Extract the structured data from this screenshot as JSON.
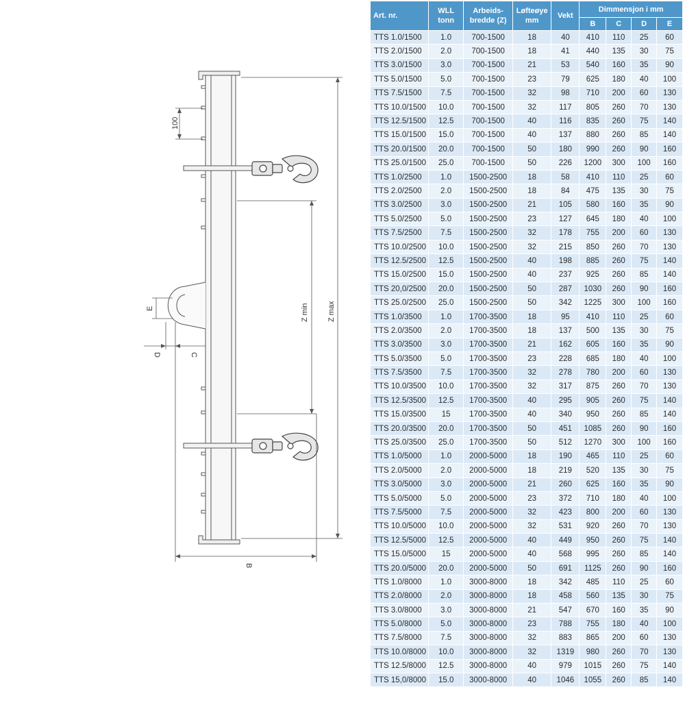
{
  "drawing": {
    "labels": {
      "dim_100": "100",
      "e": "E",
      "d": "D",
      "c": "C",
      "z_min": "Z min",
      "z_max": "Z max",
      "b": "B"
    }
  },
  "table": {
    "headers": {
      "art_nr": "Art. nr.",
      "wll": [
        "WLL",
        "tonn"
      ],
      "arbeidsbredde": [
        "Arbeids-",
        "bredde (Z)"
      ],
      "lofteoye": [
        "Løfteøye",
        "mm"
      ],
      "vekt": "Vekt",
      "dimensjon": "Dimmensjon i mm",
      "dims": [
        "B",
        "C",
        "D",
        "E"
      ]
    },
    "rows": [
      [
        "TTS 1.0/1500",
        "1.0",
        "700-1500",
        "18",
        "40",
        "410",
        "110",
        "25",
        "60"
      ],
      [
        "TTS 2.0/1500",
        "2.0",
        "700-1500",
        "18",
        "41",
        "440",
        "135",
        "30",
        "75"
      ],
      [
        "TTS 3.0/1500",
        "3.0",
        "700-1500",
        "21",
        "53",
        "540",
        "160",
        "35",
        "90"
      ],
      [
        "TTS 5.0/1500",
        "5.0",
        "700-1500",
        "23",
        "79",
        "625",
        "180",
        "40",
        "100"
      ],
      [
        "TTS 7.5/1500",
        "7.5",
        "700-1500",
        "32",
        "98",
        "710",
        "200",
        "60",
        "130"
      ],
      [
        "TTS 10.0/1500",
        "10.0",
        "700-1500",
        "32",
        "117",
        "805",
        "260",
        "70",
        "130"
      ],
      [
        "TTS 12.5/1500",
        "12.5",
        "700-1500",
        "40",
        "116",
        "835",
        "260",
        "75",
        "140"
      ],
      [
        "TTS 15.0/1500",
        "15.0",
        "700-1500",
        "40",
        "137",
        "880",
        "260",
        "85",
        "140"
      ],
      [
        "TTS 20.0/1500",
        "20.0",
        "700-1500",
        "50",
        "180",
        "990",
        "260",
        "90",
        "160"
      ],
      [
        "TTS 25.0/1500",
        "25.0",
        "700-1500",
        "50",
        "226",
        "1200",
        "300",
        "100",
        "160"
      ],
      [
        "TTS 1.0/2500",
        "1.0",
        "1500-2500",
        "18",
        "58",
        "410",
        "110",
        "25",
        "60"
      ],
      [
        "TTS 2.0/2500",
        "2.0",
        "1500-2500",
        "18",
        "84",
        "475",
        "135",
        "30",
        "75"
      ],
      [
        "TTS 3.0/2500",
        "3.0",
        "1500-2500",
        "21",
        "105",
        "580",
        "160",
        "35",
        "90"
      ],
      [
        "TTS 5.0/2500",
        "5.0",
        "1500-2500",
        "23",
        "127",
        "645",
        "180",
        "40",
        "100"
      ],
      [
        "TTS 7.5/2500",
        "7.5",
        "1500-2500",
        "32",
        "178",
        "755",
        "200",
        "60",
        "130"
      ],
      [
        "TTS 10.0/2500",
        "10.0",
        "1500-2500",
        "32",
        "215",
        "850",
        "260",
        "70",
        "130"
      ],
      [
        "TTS 12.5/2500",
        "12.5",
        "1500-2500",
        "40",
        "198",
        "885",
        "260",
        "75",
        "140"
      ],
      [
        "TTS 15.0/2500",
        "15.0",
        "1500-2500",
        "40",
        "237",
        "925",
        "260",
        "85",
        "140"
      ],
      [
        "TTS 20,0/2500",
        "20.0",
        "1500-2500",
        "50",
        "287",
        "1030",
        "260",
        "90",
        "160"
      ],
      [
        "TTS 25.0/2500",
        "25.0",
        "1500-2500",
        "50",
        "342",
        "1225",
        "300",
        "100",
        "160"
      ],
      [
        "TTS 1.0/3500",
        "1.0",
        "1700-3500",
        "18",
        "95",
        "410",
        "110",
        "25",
        "60"
      ],
      [
        "TTS 2.0/3500",
        "2.0",
        "1700-3500",
        "18",
        "137",
        "500",
        "135",
        "30",
        "75"
      ],
      [
        "TTS 3.0/3500",
        "3.0",
        "1700-3500",
        "21",
        "162",
        "605",
        "160",
        "35",
        "90"
      ],
      [
        "TTS 5.0/3500",
        "5.0",
        "1700-3500",
        "23",
        "228",
        "685",
        "180",
        "40",
        "100"
      ],
      [
        "TTS 7.5/3500",
        "7.5",
        "1700-3500",
        "32",
        "278",
        "780",
        "200",
        "60",
        "130"
      ],
      [
        "TTS 10.0/3500",
        "10.0",
        "1700-3500",
        "32",
        "317",
        "875",
        "260",
        "70",
        "130"
      ],
      [
        "TTS 12.5/3500",
        "12.5",
        "1700-3500",
        "40",
        "295",
        "905",
        "260",
        "75",
        "140"
      ],
      [
        "TTS 15.0/3500",
        "15",
        "1700-3500",
        "40",
        "340",
        "950",
        "260",
        "85",
        "140"
      ],
      [
        "TTS 20.0/3500",
        "20.0",
        "1700-3500",
        "50",
        "451",
        "1085",
        "260",
        "90",
        "160"
      ],
      [
        "TTS 25.0/3500",
        "25.0",
        "1700-3500",
        "50",
        "512",
        "1270",
        "300",
        "100",
        "160"
      ],
      [
        "TTS 1.0/5000",
        "1.0",
        "2000-5000",
        "18",
        "190",
        "465",
        "110",
        "25",
        "60"
      ],
      [
        "TTS 2.0/5000",
        "2.0",
        "2000-5000",
        "18",
        "219",
        "520",
        "135",
        "30",
        "75"
      ],
      [
        "TTS 3.0/5000",
        "3.0",
        "2000-5000",
        "21",
        "260",
        "625",
        "160",
        "35",
        "90"
      ],
      [
        "TTS 5.0/5000",
        "5.0",
        "2000-5000",
        "23",
        "372",
        "710",
        "180",
        "40",
        "100"
      ],
      [
        "TTS 7.5/5000",
        "7.5",
        "2000-5000",
        "32",
        "423",
        "800",
        "200",
        "60",
        "130"
      ],
      [
        "TTS 10.0/5000",
        "10.0",
        "2000-5000",
        "32",
        "531",
        "920",
        "260",
        "70",
        "130"
      ],
      [
        "TTS 12.5/5000",
        "12.5",
        "2000-5000",
        "40",
        "449",
        "950",
        "260",
        "75",
        "140"
      ],
      [
        "TTS 15.0/5000",
        "15",
        "2000-5000",
        "40",
        "568",
        "995",
        "260",
        "85",
        "140"
      ],
      [
        "TTS 20.0/5000",
        "20.0",
        "2000-5000",
        "50",
        "691",
        "1125",
        "260",
        "90",
        "160"
      ],
      [
        "TTS 1.0/8000",
        "1.0",
        "3000-8000",
        "18",
        "342",
        "485",
        "110",
        "25",
        "60"
      ],
      [
        "TTS 2.0/8000",
        "2.0",
        "3000-8000",
        "18",
        "458",
        "560",
        "135",
        "30",
        "75"
      ],
      [
        "TTS 3.0/8000",
        "3.0",
        "3000-8000",
        "21",
        "547",
        "670",
        "160",
        "35",
        "90"
      ],
      [
        "TTS 5.0/8000",
        "5.0",
        "3000-8000",
        "23",
        "788",
        "755",
        "180",
        "40",
        "100"
      ],
      [
        "TTS 7.5/8000",
        "7.5",
        "3000-8000",
        "32",
        "883",
        "865",
        "200",
        "60",
        "130"
      ],
      [
        "TTS 10.0/8000",
        "10.0",
        "3000-8000",
        "32",
        "1319",
        "980",
        "260",
        "70",
        "130"
      ],
      [
        "TTS 12.5/8000",
        "12.5",
        "3000-8000",
        "40",
        "979",
        "1015",
        "260",
        "75",
        "140"
      ],
      [
        "TTS 15,0/8000",
        "15.0",
        "3000-8000",
        "40",
        "1046",
        "1055",
        "260",
        "85",
        "140"
      ]
    ]
  }
}
